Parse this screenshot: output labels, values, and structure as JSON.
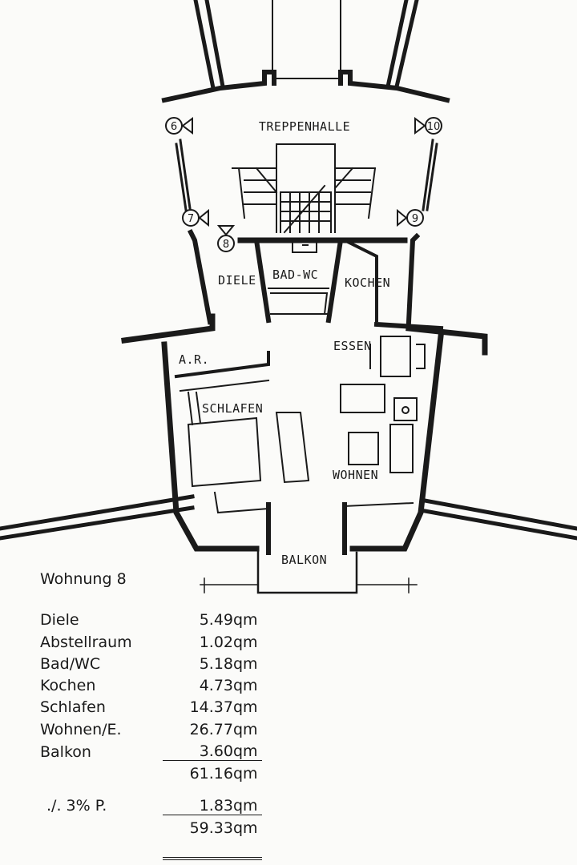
{
  "plan": {
    "rooms": {
      "treppenhalle": "TREPPENHALLE",
      "diele": "DIELE",
      "bad_wc": "BAD-WC",
      "kochen": "KOCHEN",
      "ar": "A.R.",
      "essen": "ESSEN",
      "schlafen": "SCHLAFEN",
      "wohnen": "WOHNEN",
      "balkon": "BALKON"
    },
    "markers": [
      "6",
      "7",
      "8",
      "9",
      "10"
    ]
  },
  "legend": {
    "title": "Wohnung 8",
    "rows": [
      {
        "name": "Diele",
        "value": "5.49",
        "unit": "qm"
      },
      {
        "name": "Abstellraum",
        "value": "1.02",
        "unit": "qm"
      },
      {
        "name": "Bad/WC",
        "value": "5.18",
        "unit": "qm"
      },
      {
        "name": "Kochen",
        "value": "4.73",
        "unit": "qm"
      },
      {
        "name": "Schlafen",
        "value": "14.37",
        "unit": "qm"
      },
      {
        "name": "Wohnen/E.",
        "value": "26.77",
        "unit": "qm"
      },
      {
        "name": "Balkon",
        "value": "3.60",
        "unit": "qm"
      }
    ],
    "subtotal": {
      "value": "61.16",
      "unit": "qm"
    },
    "deduction": {
      "name": "./. 3% P.",
      "value": "1.83",
      "unit": "qm"
    },
    "total": {
      "value": "59.33",
      "unit": "qm"
    }
  }
}
